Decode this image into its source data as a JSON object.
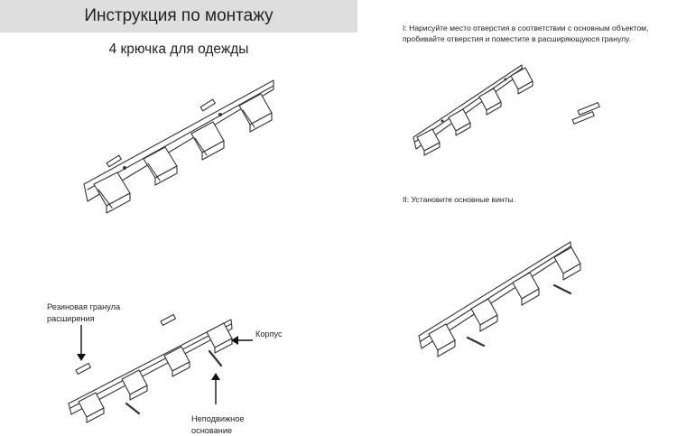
{
  "header": {
    "title": "Инструкция по монтажу",
    "subtitle": "4 крючка для одежды"
  },
  "steps": {
    "step1": "I: Нарисуйте место отверстия в соответствии с основным объектом, пробивайте отверстия и поместите в расширяющуюся гранулу.",
    "step2": "II: Установите основные винты."
  },
  "callouts": {
    "granule": "Резиновая гранула расширения",
    "body": "Корпус",
    "base": "Неподвижное основание"
  },
  "colors": {
    "title_bar": "#dedede",
    "line": "#333333"
  }
}
